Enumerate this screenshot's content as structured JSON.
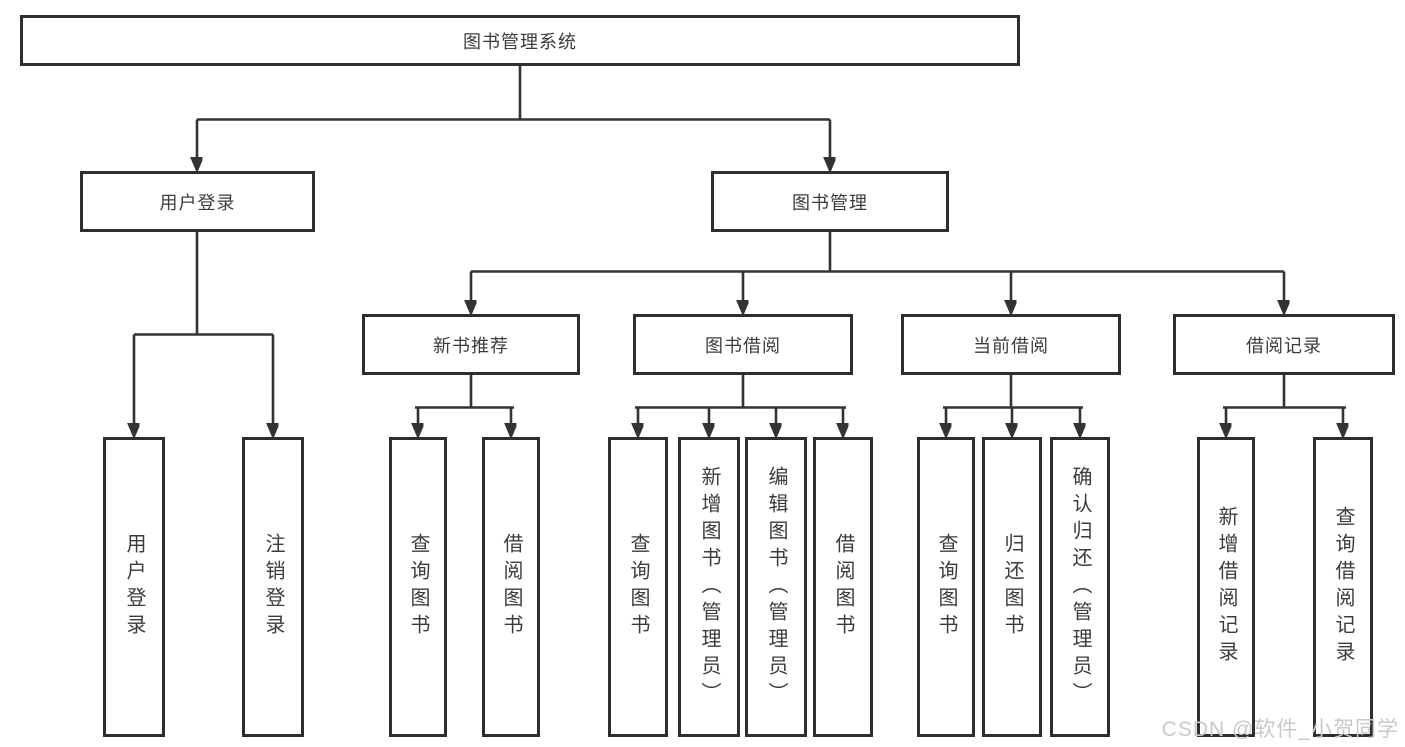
{
  "diagram": {
    "root": {
      "label": "图书管理系统"
    },
    "l2": [
      {
        "label": "用户登录"
      },
      {
        "label": "图书管理"
      }
    ],
    "l3": [
      {
        "label": "新书推荐"
      },
      {
        "label": "图书借阅"
      },
      {
        "label": "当前借阅"
      },
      {
        "label": "借阅记录"
      }
    ],
    "leaves": {
      "login": [
        "用户登录",
        "注销登录"
      ],
      "recommend": [
        "查询图书",
        "借阅图书"
      ],
      "borrow": [
        "查询图书",
        "新增图书（管理员）",
        "编辑图书（管理员）",
        "借阅图书"
      ],
      "current": [
        "查询图书",
        "归还图书",
        "确认归还（管理员）"
      ],
      "records": [
        "新增借阅记录",
        "查询借阅记录"
      ]
    },
    "colors": {
      "line": "#333333",
      "border": "#2e2e2e",
      "text": "#3c3c3c",
      "watermark": "#c9c9c9"
    },
    "watermark": "CSDN @软件_小贺同学"
  }
}
